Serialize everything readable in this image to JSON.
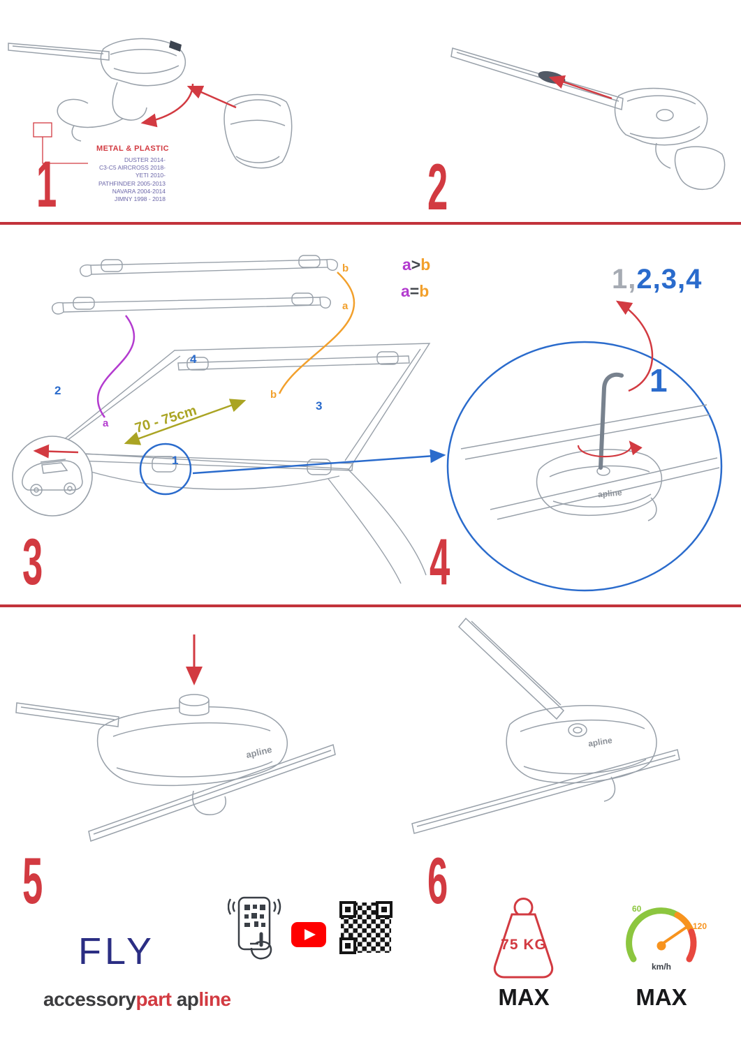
{
  "colors": {
    "accent_red": "#d23a41",
    "divider_red": "#c2333b",
    "blue": "#2a6bcc",
    "purple": "#b33bcf",
    "orange": "#f2a02c",
    "olive": "#aaa423",
    "navy": "#2b2e83",
    "gauge_green": "#8cc63f",
    "gauge_orange": "#f7931e",
    "youtube_red": "#ff0000"
  },
  "steps": {
    "s1": "1",
    "s2": "2",
    "s3": "3",
    "s4": "4",
    "s5": "5",
    "s6": "6"
  },
  "step1": {
    "material_label": "METAL & PLASTIC",
    "models": [
      "DUSTER 2014-",
      "C3-C5 AIRCROSS 2018-",
      "YETI 2010-",
      "PATHFINDER 2005-2013",
      "NAVARA 2004-2014",
      "JIMNY 1998 - 2018"
    ]
  },
  "step3": {
    "bar_label_b": "b",
    "bar_label_a": "a",
    "curve_label_a": "a",
    "curve_label_b": "b",
    "pos1": "1",
    "pos2": "2",
    "pos3": "3",
    "pos4": "4",
    "distance": "70 - 75cm",
    "rule_gt": {
      "left": "a",
      "op": ">",
      "right": "b"
    },
    "rule_eq": {
      "left": "a",
      "op": "=",
      "right": "b"
    }
  },
  "step4": {
    "sequence_first": "1,",
    "sequence_rest": "2,3,4",
    "callout": "1",
    "foot_brand": "apline"
  },
  "step5": {
    "foot_brand": "apline"
  },
  "step6": {
    "foot_brand": "apline"
  },
  "footer": {
    "product_name": "FLY",
    "brand_accessory": "accessory",
    "brand_part": "part",
    "brand_ap": "ap",
    "brand_line": "line",
    "weight_value": "75 KG",
    "weight_max": "MAX",
    "speed_tick_60": "60",
    "speed_tick_120": "120",
    "speed_unit": "km/h",
    "speed_max": "MAX"
  }
}
